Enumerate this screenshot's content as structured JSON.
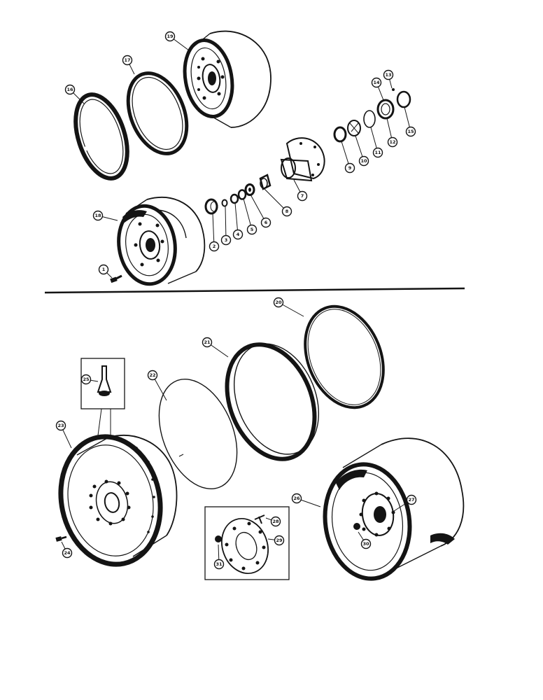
{
  "diagram": {
    "ink_color": "#141414",
    "paper_color": "#ffffff",
    "part_numbers": [
      "1",
      "2",
      "3",
      "4",
      "5",
      "6",
      "7",
      "8",
      "9",
      "10",
      "11",
      "12",
      "13",
      "14",
      "15",
      "16",
      "17",
      "18",
      "19",
      "20",
      "21",
      "22",
      "23",
      "24",
      "25",
      "26",
      "27",
      "28",
      "29",
      "30",
      "31"
    ]
  }
}
